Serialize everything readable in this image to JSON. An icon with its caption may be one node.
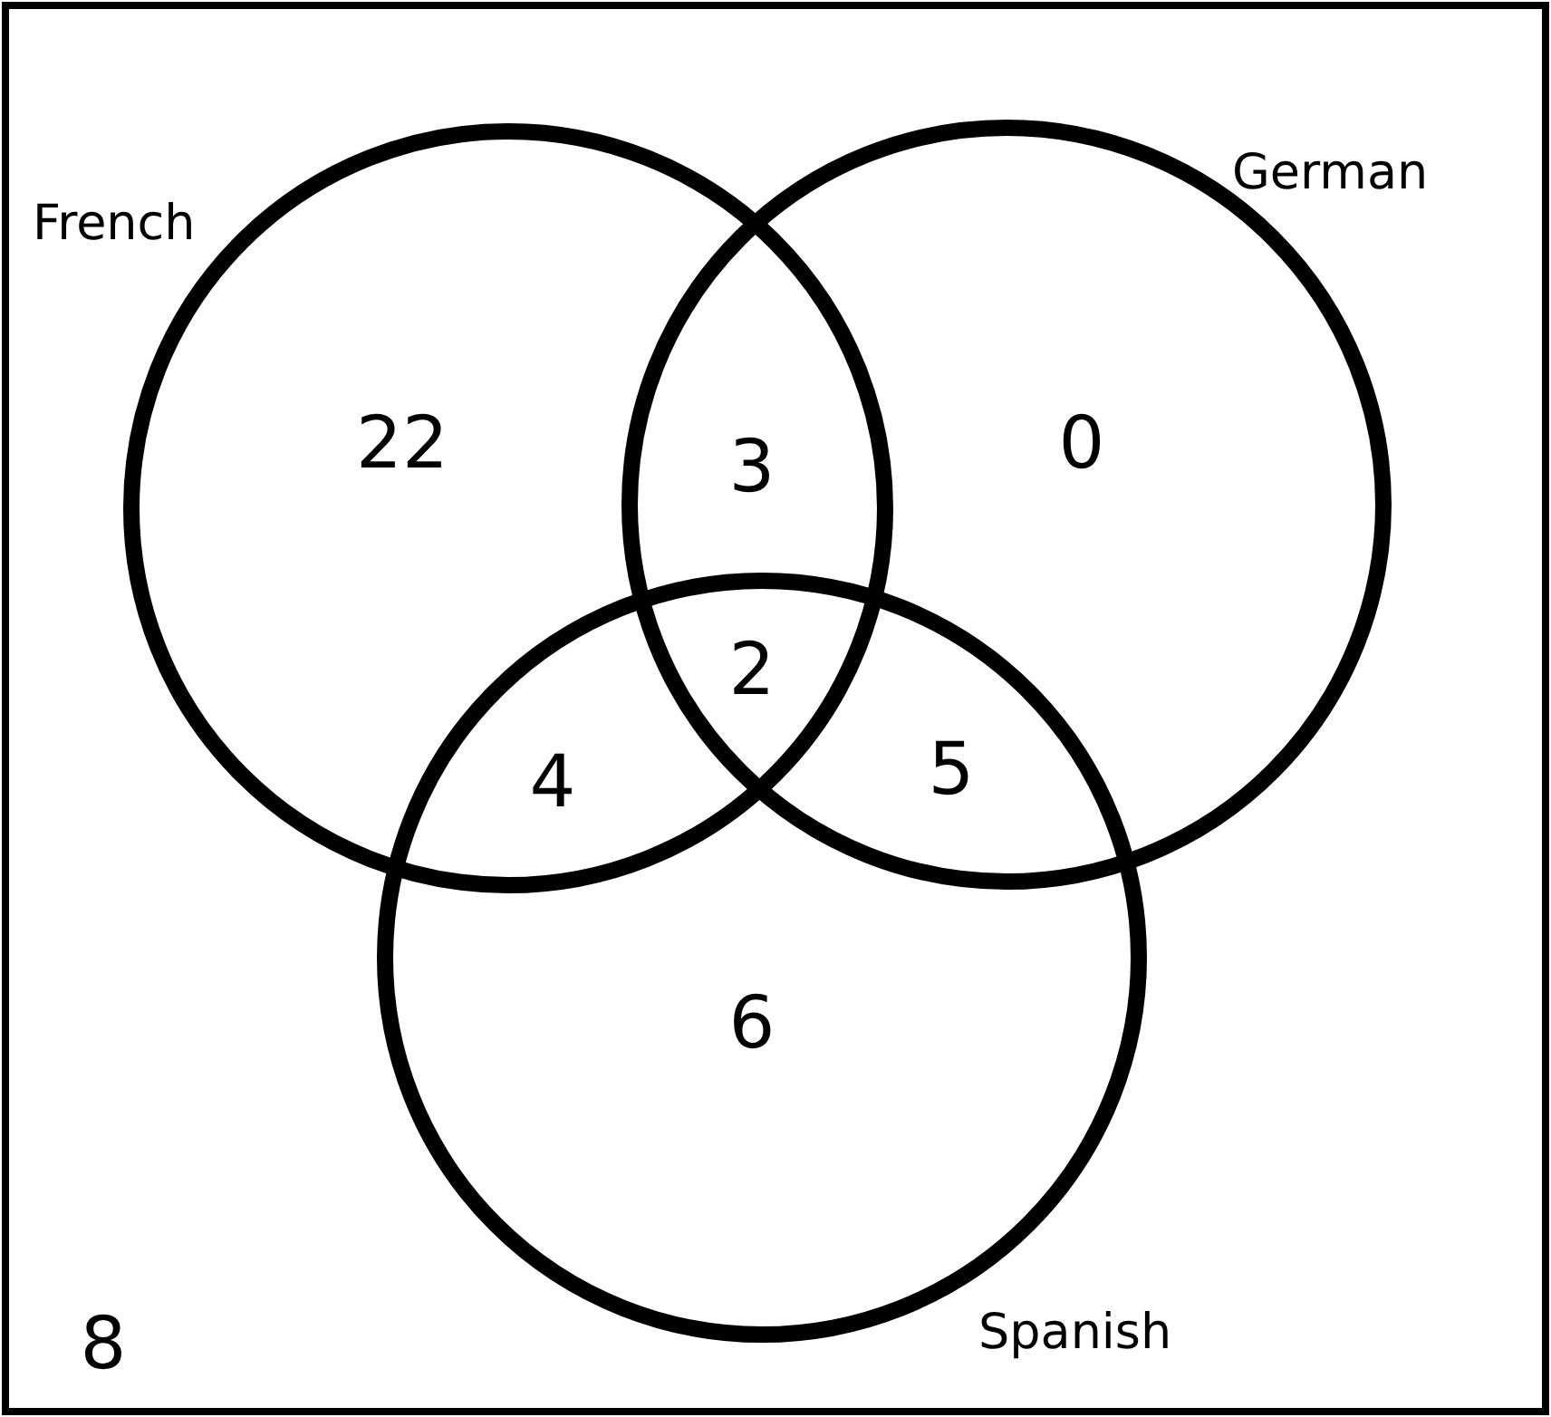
{
  "diagram": {
    "nodes": [
      {
        "text": [
          "French"
        ]
      },
      {
        "text": [
          "German"
        ]
      },
      {
        "text": [
          "Spanish"
        ]
      }
    ],
    "labels": [
      "22",
      "3",
      "0",
      "2",
      "4",
      "5",
      "6",
      "8"
    ]
  }
}
